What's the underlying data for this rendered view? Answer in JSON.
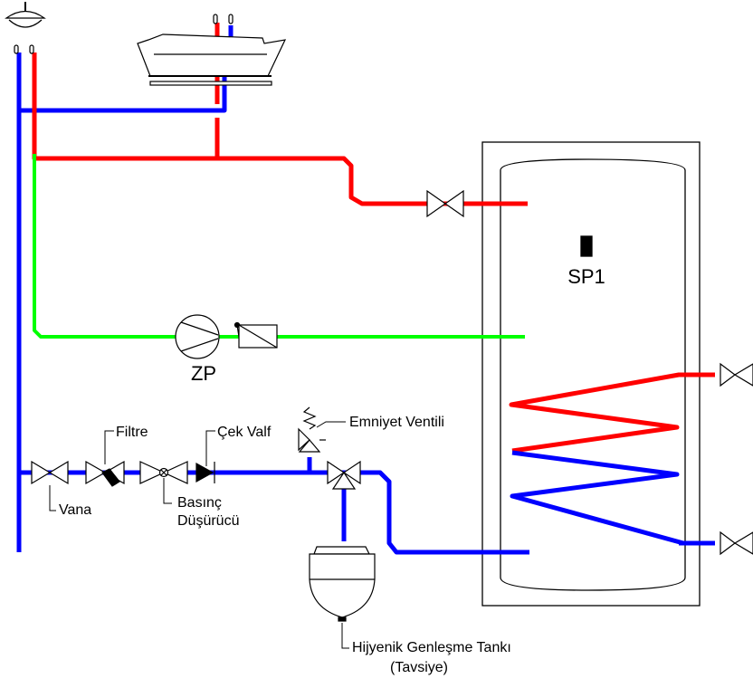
{
  "colors": {
    "hot": "#ff0000",
    "cold": "#0000ff",
    "circulation": "#00ff00",
    "outline": "#000000",
    "background": "#ffffff"
  },
  "labels": {
    "sensor": "SP1",
    "pump": "ZP",
    "filter": "Filtre",
    "check_valve": "Çek Valf",
    "safety_valve": "Emniyet Ventili",
    "valve": "Vana",
    "pressure_reducer_line1": "Basınç",
    "pressure_reducer_line2": "Düşürücü",
    "expansion_tank_line1": "Hijyenik Genleşme Tankı",
    "expansion_tank_line2": "(Tavsiye)"
  },
  "icons": {
    "shower": "shower-head-icon",
    "bathtub": "bathtub-icon",
    "pump": "circulation-pump-icon",
    "tank": "hot-water-tank-icon",
    "expansion_tank": "expansion-tank-icon"
  }
}
